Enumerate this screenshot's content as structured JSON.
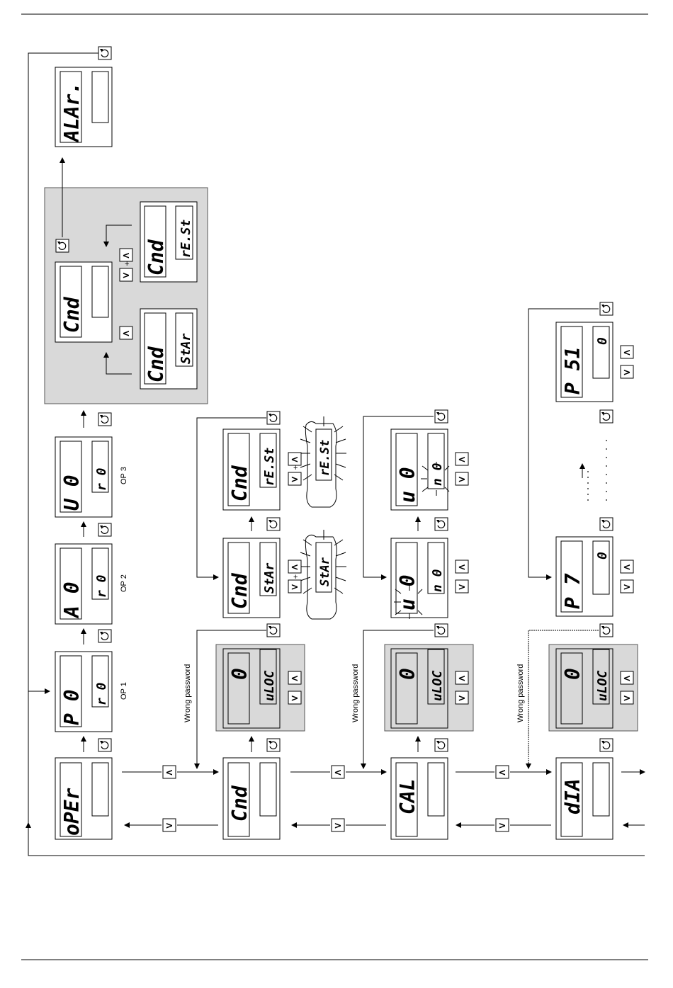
{
  "screens": {
    "oper": {
      "main": "oPEr",
      "sub": ""
    },
    "op1": {
      "main": "P  0",
      "sub": "r  0"
    },
    "op2": {
      "main": "A  0",
      "sub": "r  0"
    },
    "op3": {
      "main": "U  0",
      "sub": "r  0"
    },
    "alarm": {
      "main": "ALAr.",
      "sub": ""
    },
    "cmd_main": {
      "main": "Cnd",
      "sub": ""
    },
    "cmd_start": {
      "main": "Cnd",
      "sub": "StAr"
    },
    "cmd_reset": {
      "main": "Cnd",
      "sub": "rE.St"
    },
    "cnd": {
      "main": "Cnd",
      "sub": ""
    },
    "cnd_lock": {
      "main": "0",
      "sub": "uLOC"
    },
    "cnd_star": {
      "main": "Cnd",
      "sub": "StAr"
    },
    "cnd_rest": {
      "main": "Cnd",
      "sub": "rE.St"
    },
    "flash_star": {
      "main": "StAr"
    },
    "flash_rest": {
      "main": "rE.St"
    },
    "cal": {
      "main": "CAL",
      "sub": ""
    },
    "cal_lock": {
      "main": "0",
      "sub": "uLOC"
    },
    "cal_u1": {
      "main": "u  0",
      "sub": "n  0"
    },
    "cal_u2": {
      "main": "u  0",
      "sub": "n  0"
    },
    "dia": {
      "main": "dIA",
      "sub": ""
    },
    "dia_lock": {
      "main": "0",
      "sub": "uLOC"
    },
    "p7": {
      "main": "P  7",
      "sub": "0"
    },
    "p51": {
      "main": "P 51",
      "sub": "0"
    }
  },
  "labels": {
    "op1": "OP 1",
    "op2": "OP 2",
    "op3": "OP 3",
    "wrong1": "Wrong password",
    "wrong2": "Wrong password",
    "wrong3": "Wrong password",
    "plus": "+"
  },
  "buttons": {
    "left": "<",
    "right": ">"
  },
  "icons": {
    "enter": "rotate-enter-icon",
    "left": "chevron-left-icon",
    "right": "chevron-right-icon"
  },
  "colors": {
    "panel_gray": "#d9d9d9",
    "line": "#000000"
  }
}
